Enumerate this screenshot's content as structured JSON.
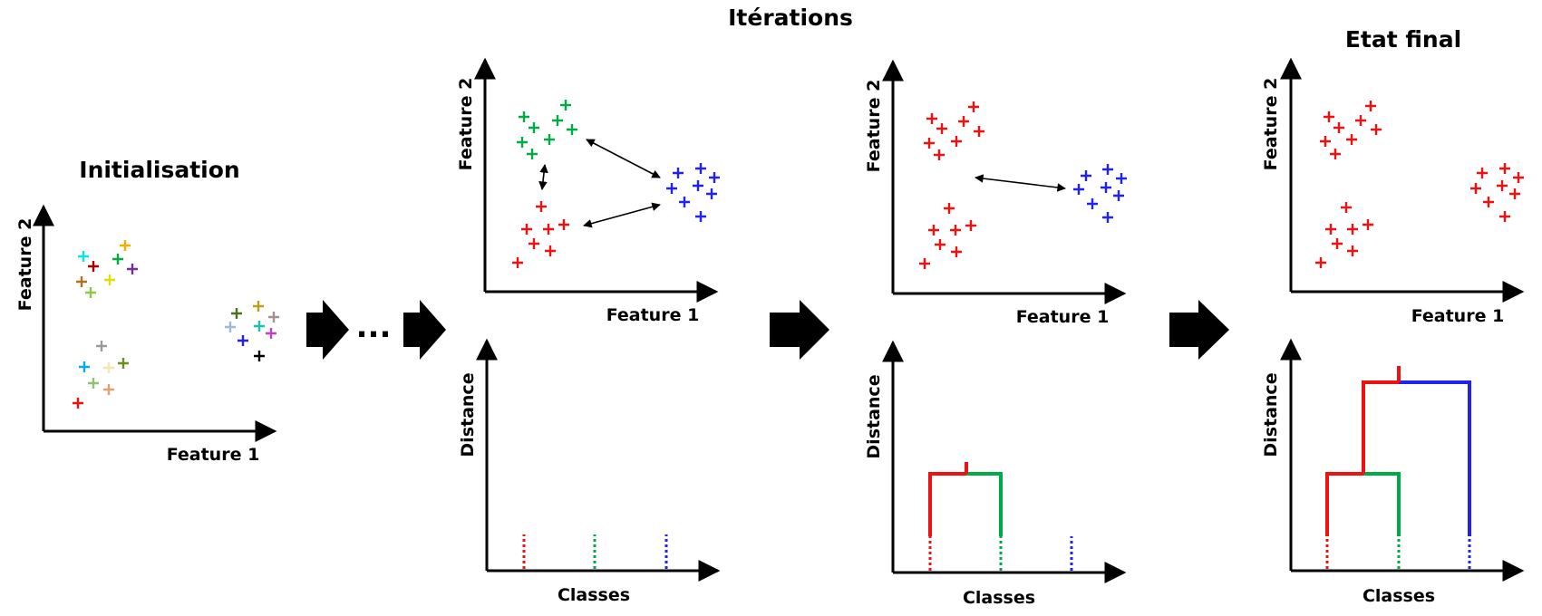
{
  "titles": {
    "initialisation": "Initialisation",
    "iterations": "Itérations",
    "final": "Etat final"
  },
  "labels": {
    "feature1": "Feature 1",
    "feature2": "Feature 2",
    "distance": "Distance",
    "classes": "Classes"
  },
  "ellipsis": "...",
  "colors": {
    "red": "#ee1111",
    "green": "#00aa44",
    "blue": "#2222ee",
    "black": "#000000"
  },
  "initial_point_colors": [
    "#00e5ee",
    "#f0b000",
    "#aa0000",
    "#00aa44",
    "#7030a0",
    "#b07020",
    "#e0e000",
    "#8cc840",
    "#999999",
    "#00aaee",
    "#f5e6b0",
    "#6b8e23",
    "#90c070",
    "#e0a070",
    "#ee1111",
    "#4a7020",
    "#b8a020",
    "#a09090",
    "#a0b8d8",
    "#20c0b0",
    "#c040c0",
    "#2222ee",
    "#000000"
  ]
}
